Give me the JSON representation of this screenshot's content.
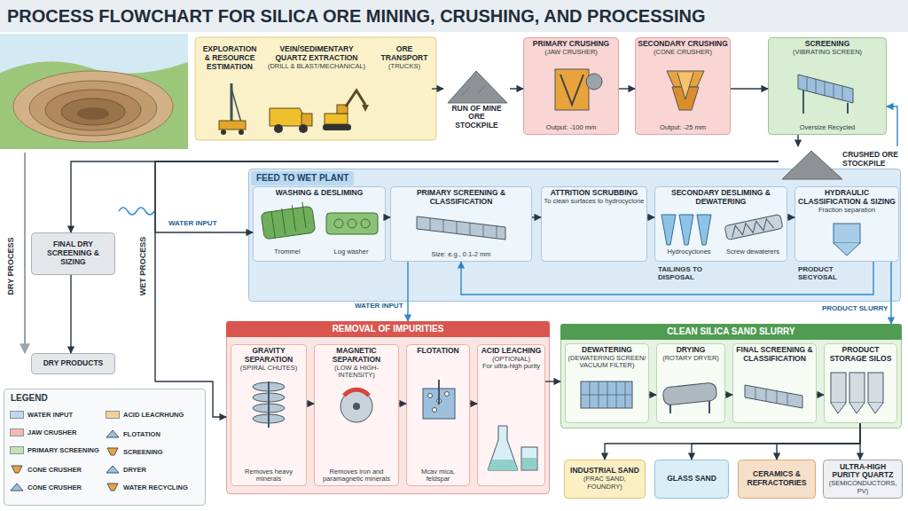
{
  "diagram": {
    "title": "PROCESS FLOWCHART FOR SILICA ORE MINING, CRUSHING, AND PROCESSING",
    "nodes": [
      {
        "text": [
          "EXPLORATION & RESOURCE ESTIMATION"
        ]
      },
      {
        "text": [
          "VEIN/SEDIMENTARY QUARTZ EXTRACTION",
          "(DRILL & BLAST/MECHANICAL)"
        ]
      },
      {
        "text": [
          "ORE TRANSPORT",
          "(TRUCKS)"
        ]
      },
      {
        "text": [
          "RUN OF MINE ORE STOCKPILE"
        ]
      },
      {
        "text": [
          "PRIMARY CRUSHING",
          "(JAW CRUSHER)",
          "Output: -100 mm"
        ]
      },
      {
        "text": [
          "SECONDARY CRUSHING",
          "(CONE CRUSHER)",
          "Output: -25 mm"
        ]
      },
      {
        "text": [
          "SCREENING",
          "(VIBRATING SCREEN)",
          "Oversize Recycled"
        ]
      },
      {
        "text": [
          "CRUSHED ORE STOCKPILE"
        ]
      },
      {
        "text": [
          "FINAL DRY SCREENING & SIZING"
        ]
      },
      {
        "text": [
          "DRY PRODUCTS"
        ]
      },
      {
        "text": [
          "FEED TO WET PLANT"
        ]
      },
      {
        "text": [
          "WASHING & DESLIMING",
          "Trommel",
          "Log washer"
        ],
        "in": 10
      },
      {
        "text": [
          "PRIMARY SCREENING & CLASSIFICATION",
          "Size: e.g., 0.1-2 mm"
        ],
        "in": 10
      },
      {
        "text": [
          "ATTRITION SCRUBBING",
          "To clean surfaces to hydrocyclone"
        ],
        "in": 10
      },
      {
        "text": [
          "SECONDARY DESLIMING & DEWATERING",
          "Hydrocyclones",
          "Screw dewaterers"
        ],
        "in": 10
      },
      {
        "text": [
          "HYDRAULIC CLASSIFICATION & SIZING",
          "Fraction separation"
        ],
        "in": 10
      },
      {
        "text": [
          "REMOVAL OF IMPURITIES"
        ]
      },
      {
        "text": [
          "GRAVITY SEPARATION",
          "(SPIRAL CHUTES)",
          "Removes heavy minerals"
        ],
        "in": 16
      },
      {
        "text": [
          "MAGNETIC SEPARATION",
          "(LOW & HIGH-INTENSITY)",
          "Removes iron and paramagnetic minerals"
        ],
        "in": 16
      },
      {
        "text": [
          "FLOTATION",
          "Mcav mica, feldspar"
        ],
        "in": 16
      },
      {
        "text": [
          "ACID LEACHING",
          "(OPTIONAL)",
          "For ultra-high purity"
        ],
        "in": 16
      },
      {
        "text": [
          "CLEAN SILICA SAND SLURRY"
        ]
      },
      {
        "text": [
          "DEWATERING",
          "(DEWATERING SCREEN/ VACUUM FILTER)"
        ],
        "in": 21
      },
      {
        "text": [
          "DRYING",
          "(ROTARY DRYER)"
        ],
        "in": 21
      },
      {
        "text": [
          "FINAL SCREENING & CLASSIFICATION"
        ],
        "in": 21
      },
      {
        "text": [
          "PRODUCT STORAGE SILOS"
        ],
        "in": 21
      },
      {
        "text": [
          "INDUSTRIAL SAND",
          "(FRAC SAND, FOUNDRY)"
        ]
      },
      {
        "text": [
          "GLASS SAND"
        ]
      },
      {
        "text": [
          "CERAMICS & REFRACTORIES"
        ]
      },
      {
        "text": [
          "ULTRA-HIGH PURITY QUARTZ",
          "(SEMICONDUCTORS, PV)"
        ]
      }
    ],
    "edges": [
      {
        "from": 2,
        "to": 3,
        "arrow": "to"
      },
      {
        "from": 3,
        "to": 4,
        "arrow": "to"
      },
      {
        "from": 4,
        "to": 5,
        "arrow": "to"
      },
      {
        "from": 5,
        "to": 6,
        "arrow": "to"
      },
      {
        "from": 6,
        "to": 7,
        "arrow": "to"
      },
      {
        "from": 7,
        "to": 6,
        "arrow": "to"
      },
      {
        "from": 7,
        "to": 8,
        "arrow": "to"
      },
      {
        "from": 7,
        "to": 11,
        "arrow": "to"
      },
      {
        "from": 7,
        "to": 16,
        "arrow": "to"
      },
      {
        "from": 8,
        "to": 9,
        "arrow": "to"
      },
      {
        "from": 11,
        "to": 12,
        "arrow": "to"
      },
      {
        "from": 12,
        "to": 13,
        "arrow": "to"
      },
      {
        "from": 13,
        "to": 14,
        "arrow": "to"
      },
      {
        "from": 14,
        "to": 15,
        "arrow": "to"
      },
      {
        "from": 15,
        "to": 12,
        "arrow": "to"
      },
      {
        "from": 15,
        "to": 21,
        "label": "PRODUCT SLURRY",
        "arrow": "to"
      },
      {
        "from": 12,
        "to": 16,
        "label": "WATER INPUT",
        "arrow": "to"
      },
      {
        "from": 17,
        "to": 18,
        "arrow": "to"
      },
      {
        "from": 18,
        "to": 19,
        "arrow": "to"
      },
      {
        "from": 19,
        "to": 20,
        "arrow": "to"
      },
      {
        "from": 20,
        "to": 21,
        "arrow": "to"
      },
      {
        "from": 22,
        "to": 23,
        "arrow": "to"
      },
      {
        "from": 23,
        "to": 24,
        "arrow": "to"
      },
      {
        "from": 24,
        "to": 25,
        "arrow": "to"
      },
      {
        "from": 25,
        "to": 26,
        "arrow": "to"
      },
      {
        "from": 25,
        "to": 27,
        "arrow": "to"
      },
      {
        "from": 25,
        "to": 28,
        "arrow": "to"
      },
      {
        "from": 25,
        "to": 29,
        "arrow": "to"
      }
    ],
    "labels": [
      "DRY PROCESS",
      "WET PROCESS",
      "WATER INPUT",
      "TAILINGS TO DISPOSAL",
      "PRODUCT SECYOSAL",
      "LEGEND"
    ],
    "legend": [
      {
        "text": "WATER INPUT",
        "color": "#bcd9f0"
      },
      {
        "text": "JAW CRUSHER",
        "color": "#f5b9b5"
      },
      {
        "text": "PRIMARY SCREENING",
        "color": "#bfe2b6"
      },
      {
        "text": "CONE CRUSHER"
      },
      {
        "text": "CONE CRUSHER"
      },
      {
        "text": "ACID LEACRHUNG",
        "color": "#f7cf95"
      },
      {
        "text": "FLOTATION"
      },
      {
        "text": "SCREENING"
      },
      {
        "text": "DRYER"
      },
      {
        "text": "WATER RECYCLING"
      }
    ]
  }
}
